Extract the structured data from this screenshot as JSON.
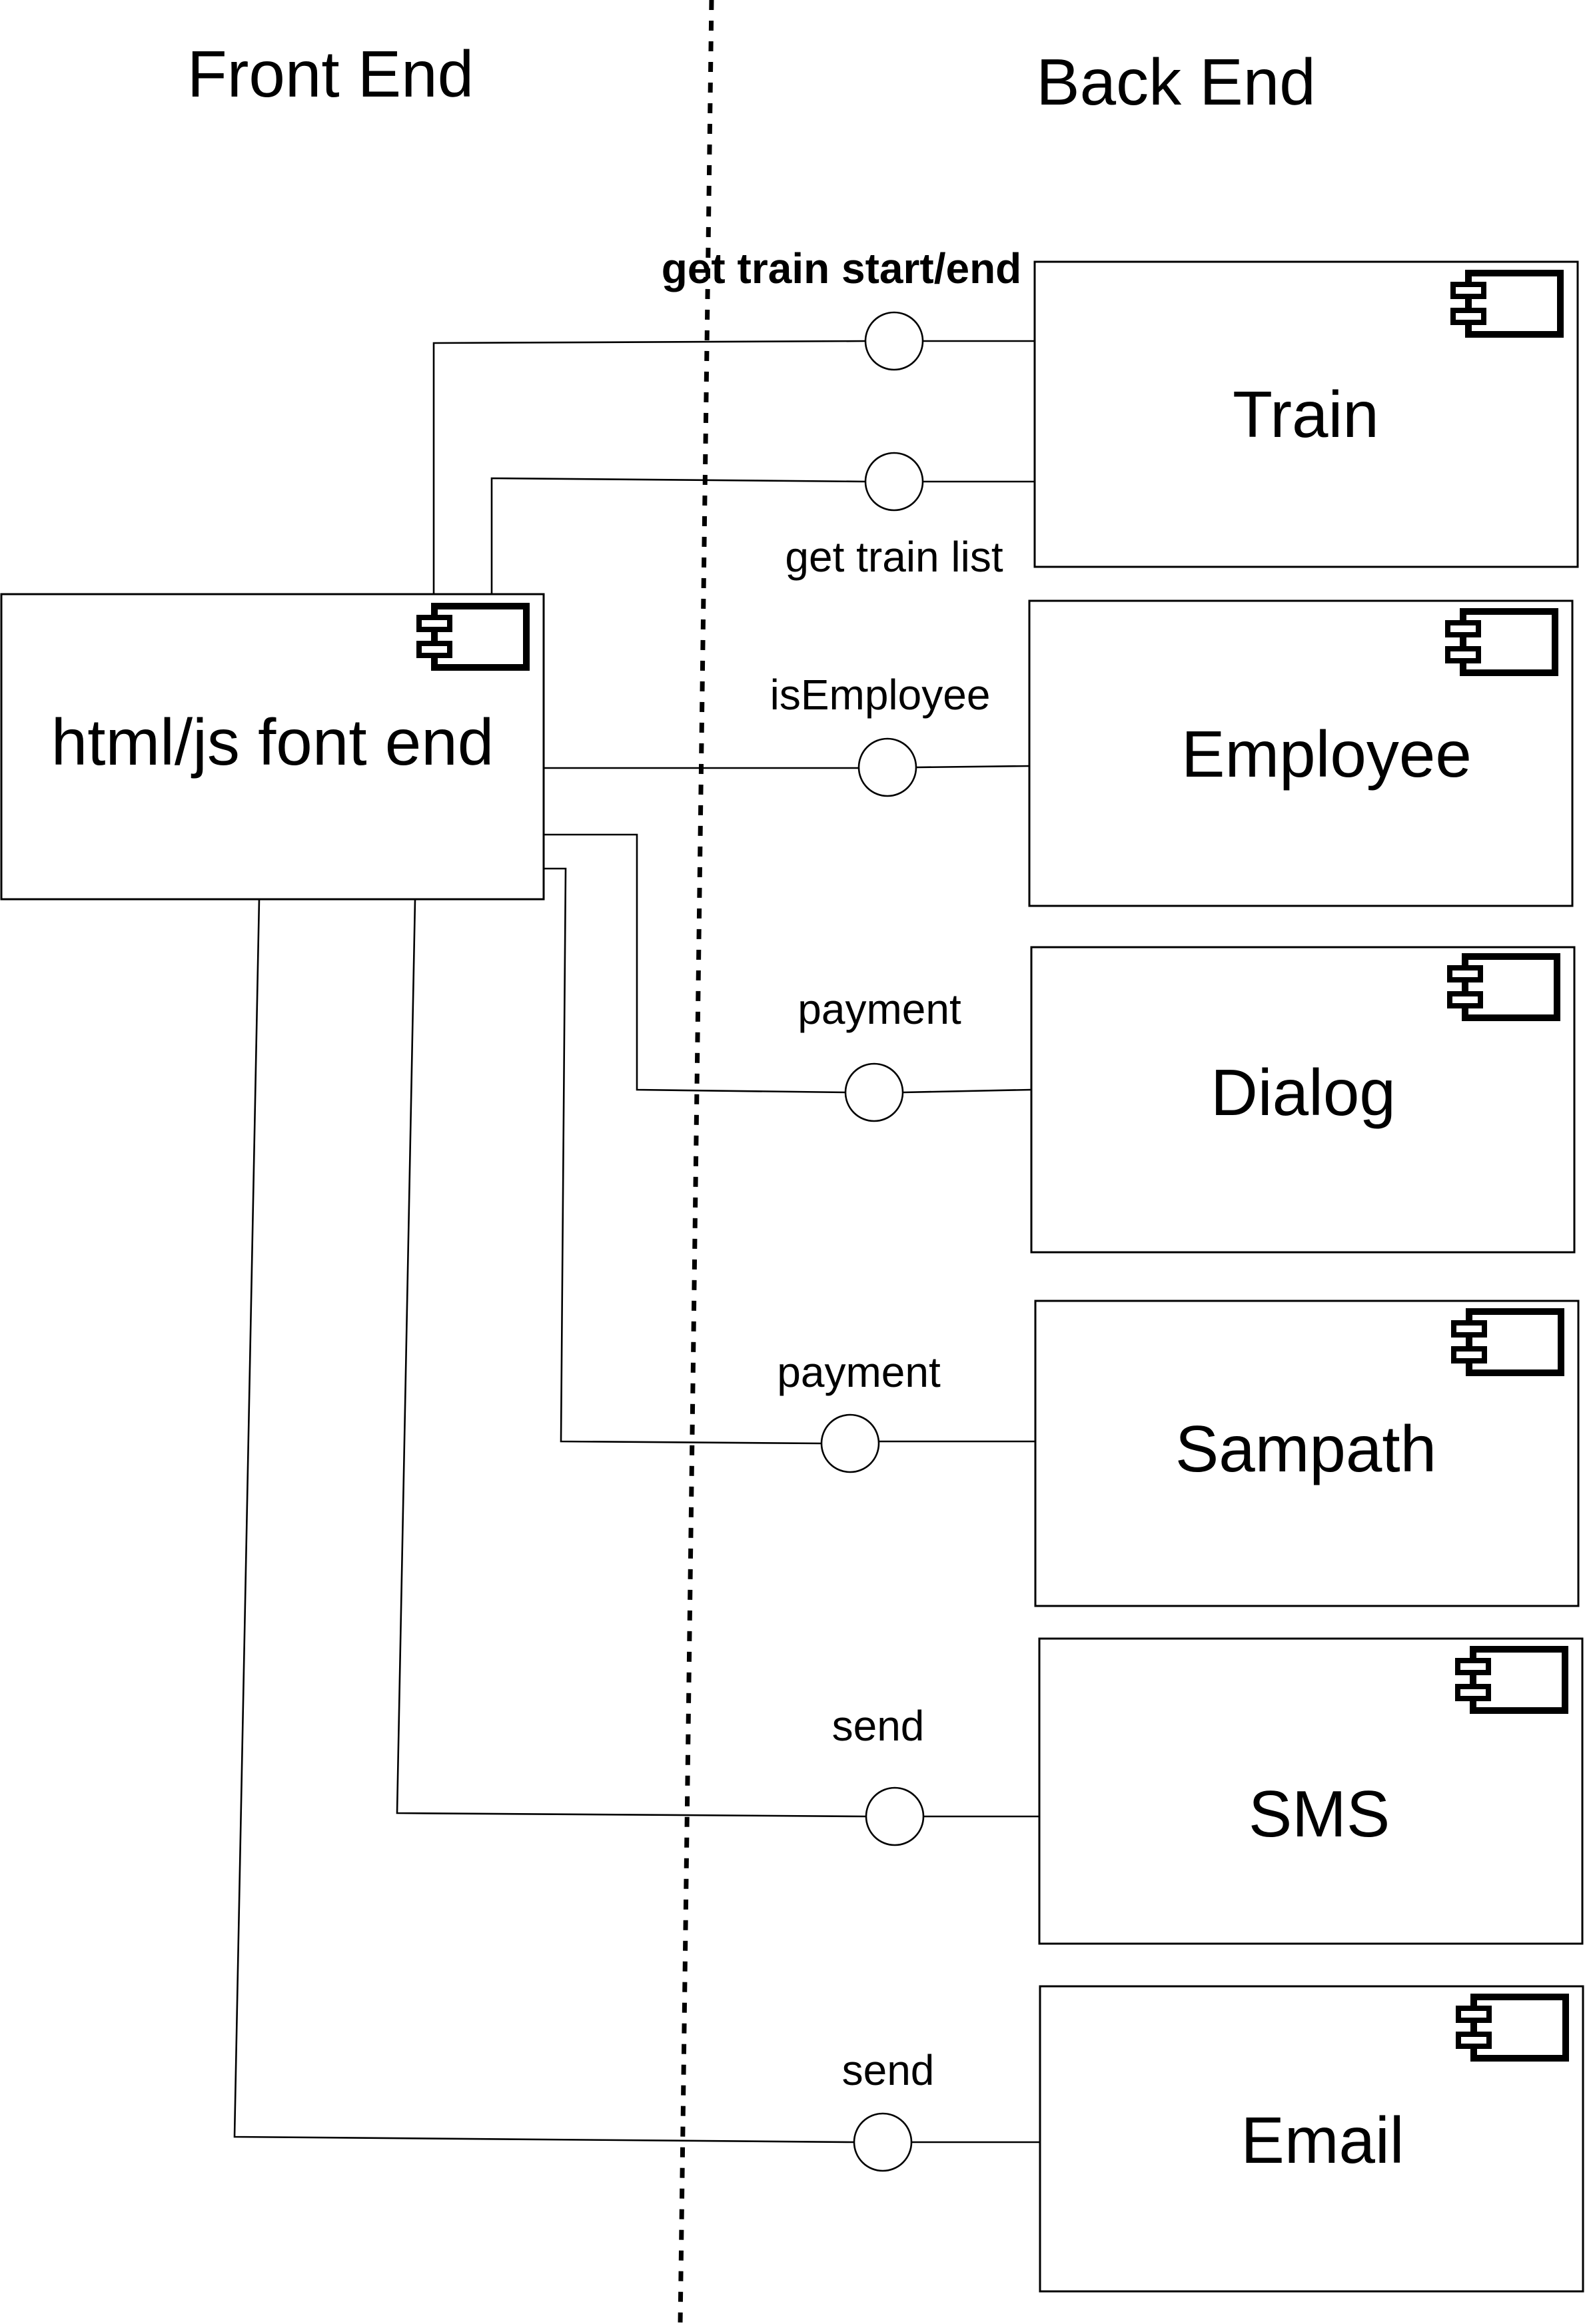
{
  "sections": {
    "front_end": "Front End",
    "back_end": "Back End"
  },
  "frontend_component": {
    "label": "html/js font end",
    "icon": "component-icon"
  },
  "backend_components": [
    {
      "id": "train",
      "label": "Train",
      "icon": "component-icon"
    },
    {
      "id": "employee",
      "label": "Employee",
      "icon": "component-icon"
    },
    {
      "id": "dialog",
      "label": "Dialog",
      "icon": "component-icon"
    },
    {
      "id": "sampath",
      "label": "Sampath",
      "icon": "component-icon"
    },
    {
      "id": "sms",
      "label": "SMS",
      "icon": "component-icon"
    },
    {
      "id": "email",
      "label": "Email",
      "icon": "component-icon"
    }
  ],
  "interfaces": [
    {
      "label": "get train start/end",
      "provider": "Train",
      "bold": true
    },
    {
      "label": "get train list",
      "provider": "Train"
    },
    {
      "label": "isEmployee",
      "provider": "Employee"
    },
    {
      "label": "payment",
      "provider": "Dialog"
    },
    {
      "label": "payment",
      "provider": "Sampath"
    },
    {
      "label": "send",
      "provider": "SMS"
    },
    {
      "label": "send",
      "provider": "Email"
    }
  ]
}
